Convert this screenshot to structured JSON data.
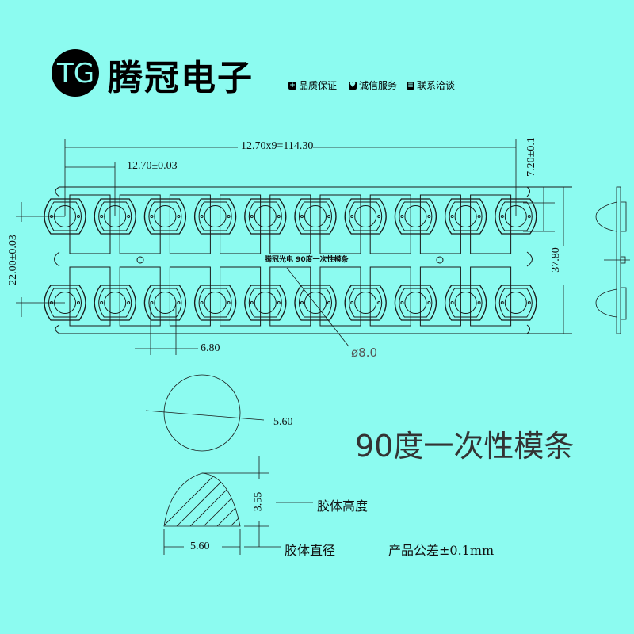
{
  "header": {
    "logo_letters": "TG",
    "brand": "腾冠电子",
    "nav": [
      {
        "icon": "plus-icon",
        "label": "品质保证"
      },
      {
        "icon": "heart-icon",
        "label": "诚信服务"
      },
      {
        "icon": "document-icon",
        "label": "联系洽谈"
      }
    ]
  },
  "drawing": {
    "dim_total_pitch": "12.70x9=114.30",
    "dim_pitch": "12.70±0.03",
    "dim_lens_height": "7.20±0.1",
    "dim_strip_height": "37.80",
    "dim_row_pitch": "22.00±0.03",
    "dim_hole_spacing": "6.80",
    "dim_lens_diameter": "ø8.0",
    "strip_label": "腾冠光电 90度一次性模条",
    "lens_columns": 10,
    "lens_rows": 2
  },
  "detail": {
    "dome_diameter": "5.60",
    "dome_height": "3.55",
    "dome_base": "5.60",
    "label_height": "胶体高度",
    "label_diameter": "胶体直径",
    "tolerance": "产品公差±0.1mm"
  },
  "product_title": "90度一次性模条",
  "colors": {
    "background": "#8cfbf0",
    "line": "#1a1a1a"
  }
}
